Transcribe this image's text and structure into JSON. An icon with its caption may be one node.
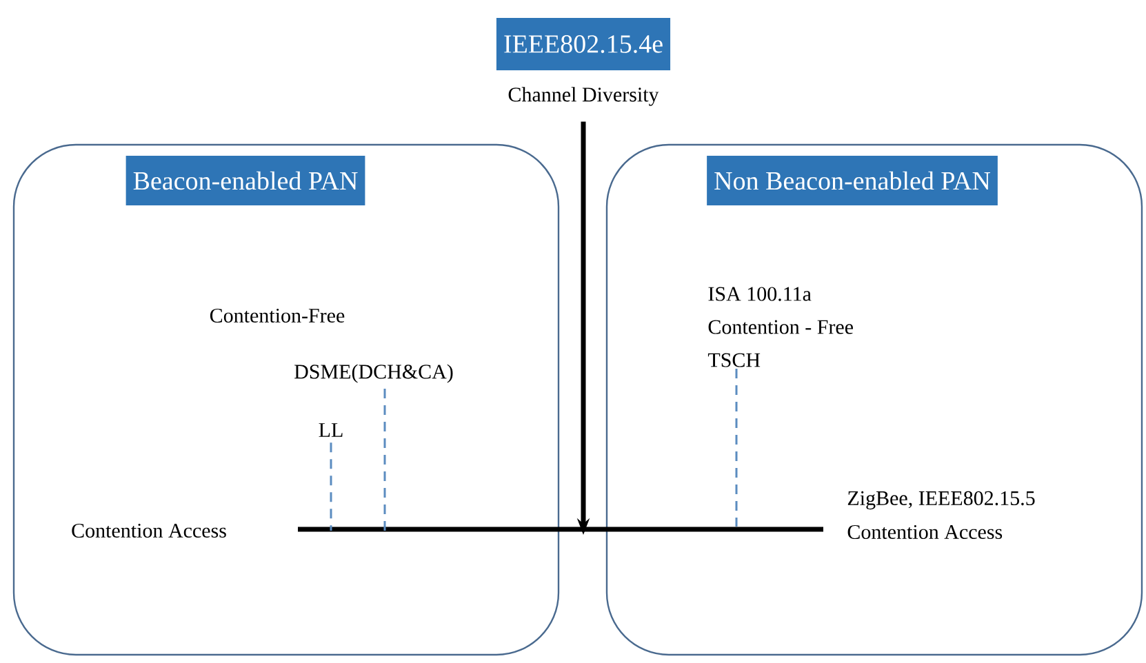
{
  "diagram": {
    "nodes": [
      {
        "text": [
          "Beacon-enabled PAN"
        ]
      },
      {
        "text": [
          "Non Beacon-enabled PAN"
        ]
      },
      {
        "text": [
          "IEEE802.15.4e",
          "Channel Diversity"
        ]
      },
      {
        "text": [],
        "shape": "bar"
      },
      {
        "text": [
          "LL"
        ],
        "in": 0
      },
      {
        "text": [
          "DSME(DCH&CA)"
        ],
        "in": 0
      },
      {
        "text": [
          "ISA 100.11a",
          "Contention - Free",
          "TSCH"
        ],
        "in": 1
      }
    ],
    "edges": [
      {
        "from": 2,
        "to": 3,
        "arrow": "to",
        "style": "thick",
        "color": "#000000"
      },
      {
        "from": 4,
        "to": 3,
        "arrow": "none",
        "style": "dashed",
        "color": "#5b8cc0"
      },
      {
        "from": 5,
        "to": 3,
        "arrow": "none",
        "style": "dashed",
        "color": "#5b8cc0"
      },
      {
        "from": 6,
        "to": 3,
        "arrow": "none",
        "style": "dashed",
        "color": "#5b8cc0"
      }
    ],
    "labels": [
      "Contention-Free",
      "Contention Access",
      "ZigBee, IEEE802.15.5",
      "Contention Access"
    ]
  }
}
